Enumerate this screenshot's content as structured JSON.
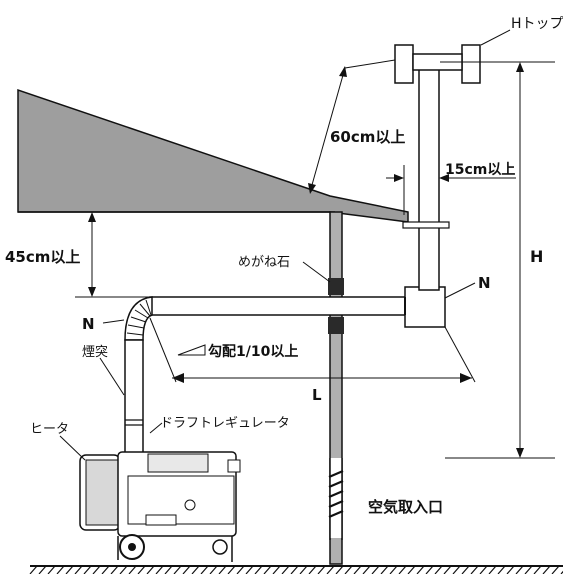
{
  "labels": {
    "h_top": "Hトップ",
    "sixty": "60cm以上",
    "fifteen": "15cm以上",
    "forty_five": "45cm以上",
    "h": "H",
    "megane": "めがね石",
    "n_right": "N",
    "n_left": "N",
    "entotsu": "煙突",
    "kobai": "勾配1/10以上",
    "l": "L",
    "heater": "ヒータ",
    "draft": "ドラフトレギュレータ",
    "air_intake": "空気取入口"
  },
  "colors": {
    "roof": "#9e9e9e",
    "stroke": "#111111",
    "stone": "#2a2a2a",
    "pipe": "#ffffff"
  }
}
